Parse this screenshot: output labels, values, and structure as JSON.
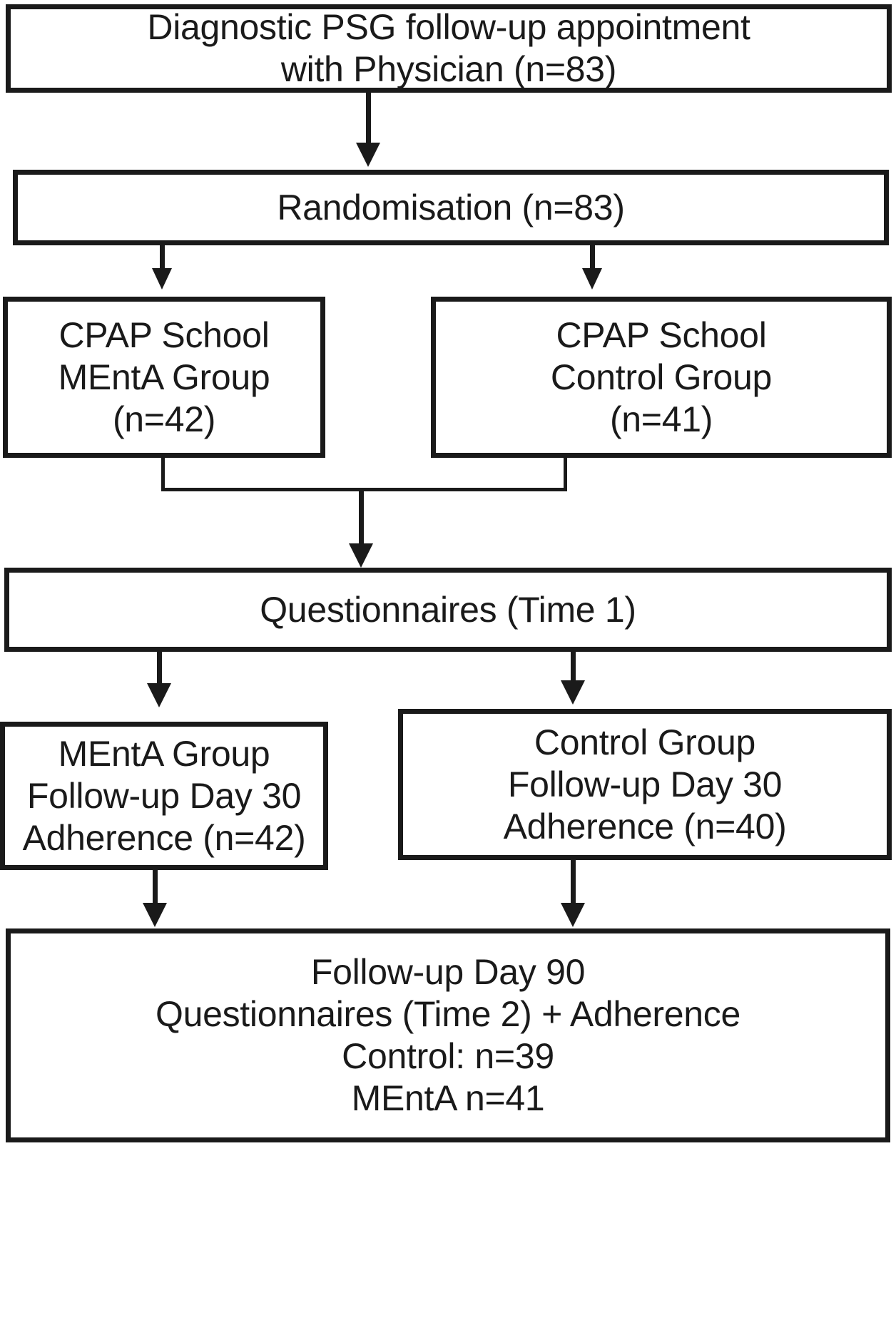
{
  "diagram": {
    "title": "CPAP School MEntA randomised trial participant flow",
    "background_color": "#ffffff",
    "line_color": "#1a1a1a"
  },
  "nodes": {
    "psg": {
      "id": "diagnostic-psg-followup",
      "lines": [
        "Diagnostic PSG follow-up appointment",
        "with Physician (n=83)"
      ],
      "n": 83
    },
    "randomisation": {
      "id": "randomisation",
      "lines": [
        "Randomisation (n=83)"
      ],
      "n": 83
    },
    "cpap_school_menta": {
      "id": "cpap-school-menta-group",
      "lines": [
        "CPAP School",
        "MEntA Group",
        "(n=42)"
      ],
      "n": 42
    },
    "cpap_school_control": {
      "id": "cpap-school-control-group",
      "lines": [
        "CPAP School",
        "Control Group",
        "(n=41)"
      ],
      "n": 41
    },
    "questionnaires_t1": {
      "id": "questionnaires-time-1",
      "lines": [
        "Questionnaires (Time 1)"
      ]
    },
    "day30_menta": {
      "id": "menta-group-followup-day-30",
      "lines": [
        "MEntA Group",
        "Follow-up Day 30",
        "Adherence (n=42)"
      ],
      "n": 42
    },
    "day30_control": {
      "id": "control-group-followup-day-30",
      "lines": [
        "Control Group",
        "Follow-up Day 30",
        "Adherence (n=40)"
      ],
      "n": 40
    },
    "day90": {
      "id": "followup-day-90",
      "lines": [
        "Follow-up Day 90",
        "Questionnaires (Time 2) + Adherence",
        "Control: n=39",
        "MEntA n=41"
      ],
      "control_n": 39,
      "menta_n": 41
    }
  },
  "connectors": [
    {
      "name": "psg-to-randomisation",
      "from": "psg",
      "to": "randomisation",
      "arrow": true
    },
    {
      "name": "randomisation-to-cpap-menta",
      "from": "randomisation",
      "to": "cpap_school_menta",
      "arrow": true
    },
    {
      "name": "randomisation-to-cpap-control",
      "from": "randomisation",
      "to": "cpap_school_control",
      "arrow": true
    },
    {
      "name": "cpap-groups-merge-to-questionnaires",
      "from": "cpap_school_menta+cpap_school_control",
      "to": "questionnaires_t1",
      "arrow": true
    },
    {
      "name": "questionnaires-to-day30-menta",
      "from": "questionnaires_t1",
      "to": "day30_menta",
      "arrow": true
    },
    {
      "name": "questionnaires-to-day30-control",
      "from": "questionnaires_t1",
      "to": "day30_control",
      "arrow": true
    },
    {
      "name": "day30-menta-to-day90",
      "from": "day30_menta",
      "to": "day90",
      "arrow": true
    },
    {
      "name": "day30-control-to-day90",
      "from": "day30_control",
      "to": "day90",
      "arrow": true
    }
  ]
}
